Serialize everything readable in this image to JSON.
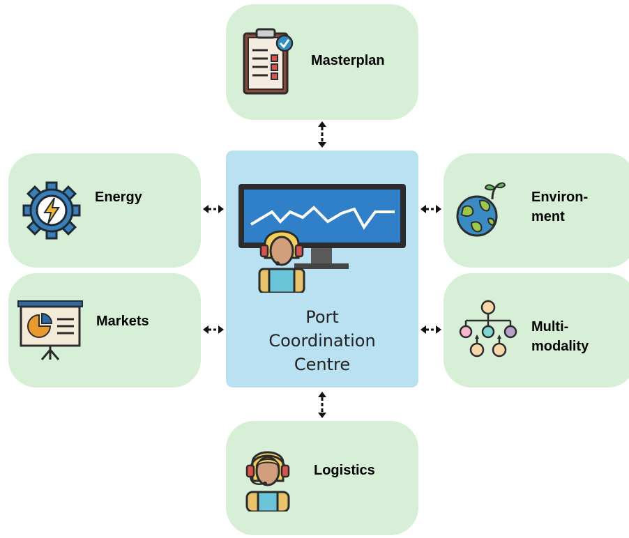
{
  "center": {
    "line1": "Port",
    "line2": "Coordination",
    "line3": "Centre"
  },
  "nodes": {
    "masterplan": {
      "label": "Masterplan",
      "icon": "clipboard-checklist-icon"
    },
    "energy": {
      "label": "Energy",
      "icon": "gear-lightning-icon"
    },
    "environment": {
      "label_line1": "Environ-",
      "label_line2": "ment",
      "icon": "globe-sprout-icon"
    },
    "markets": {
      "label": "Markets",
      "icon": "presentation-board-icon"
    },
    "multimodality": {
      "label_line1": "Multi-",
      "label_line2": "modality",
      "icon": "network-hierarchy-icon"
    },
    "logistics": {
      "label": "Logistics",
      "icon": "operator-headset-icon"
    }
  },
  "colors": {
    "node_fill": "#d6efd6",
    "center_fill": "#b9e1f2",
    "arrow": "#111111"
  }
}
